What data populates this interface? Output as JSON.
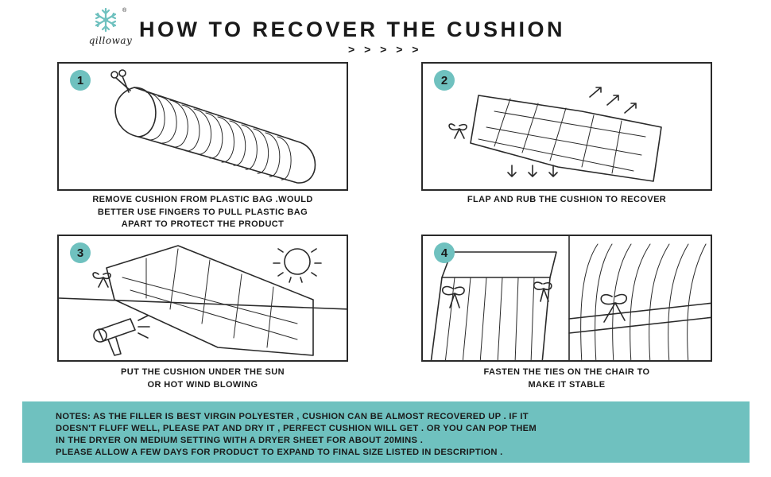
{
  "brand": {
    "name": "qilloway",
    "reg_mark": "®"
  },
  "header": {
    "title": "HOW TO RECOVER THE CUSHION",
    "chevrons": "> > > > >"
  },
  "steps": [
    {
      "number": "1",
      "caption": [
        "REMOVE CUSHION FROM PLASTIC BAG .WOULD",
        "BETTER USE FINGERS TO PULL PLASTIC BAG",
        "APART TO PROTECT THE PRODUCT"
      ]
    },
    {
      "number": "2",
      "caption": [
        "FLAP AND RUB THE CUSHION TO RECOVER"
      ]
    },
    {
      "number": "3",
      "caption": [
        "PUT THE CUSHION UNDER THE SUN",
        "OR HOT WIND BLOWING"
      ]
    },
    {
      "number": "4",
      "caption": [
        "FASTEN THE TIES ON THE CHAIR TO",
        "MAKE IT STABLE"
      ]
    }
  ],
  "notes": [
    "NOTES: AS THE FILLER IS BEST VIRGIN POLYESTER , CUSHION CAN BE ALMOST RECOVERED UP . IF IT",
    "DOESN'T FLUFF WELL, PLEASE PAT AND DRY IT , PERFECT CUSHION WILL GET . OR YOU CAN POP THEM",
    "IN THE DRYER ON MEDIUM SETTING WITH A DRYER SHEET FOR ABOUT 20MINS .",
    "PLEASE ALLOW A FEW DAYS FOR PRODUCT TO EXPAND TO FINAL SIZE LISTED IN DESCRIPTION ."
  ],
  "colors": {
    "accent": "#6fc1bf",
    "ink": "#1a1a1a"
  },
  "icons": [
    "snowflake-logo-icon",
    "scissors-icon",
    "arrow-up-icon",
    "arrow-down-icon",
    "sun-icon",
    "hair-dryer-icon",
    "bow-tie-icon"
  ]
}
